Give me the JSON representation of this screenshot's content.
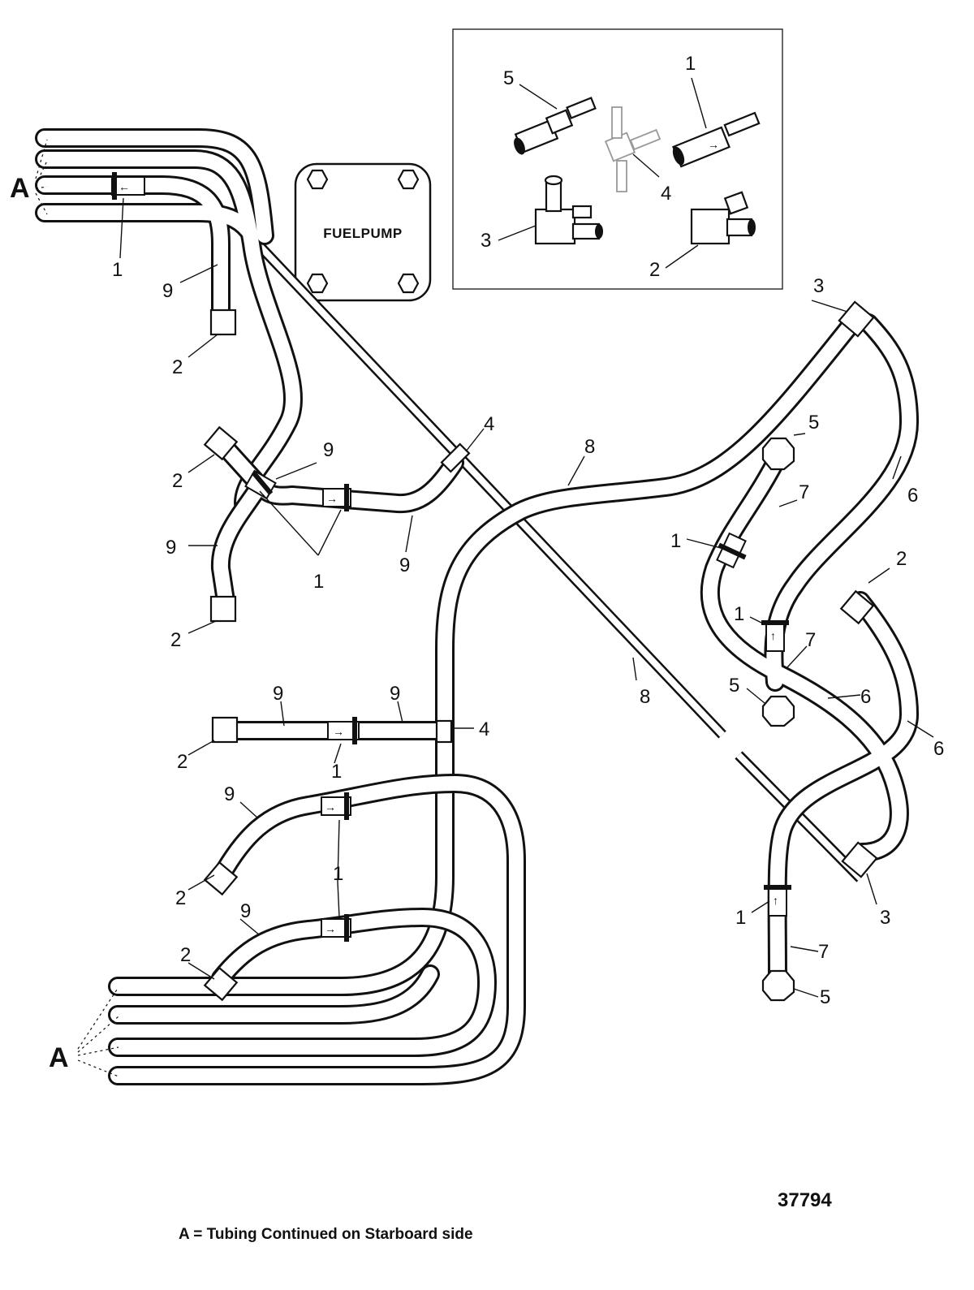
{
  "callouts": {
    "c1": "1",
    "c2": "2",
    "c3": "3",
    "c4": "4",
    "c5": "5",
    "c6": "6",
    "c7": "7",
    "c8": "8",
    "c9": "9"
  },
  "continuation_marker": "A",
  "fuel_pump_label": "FUELPUMP",
  "footer_note": "A = Tubing Continued on Starboard side",
  "drawing_number": "37794"
}
